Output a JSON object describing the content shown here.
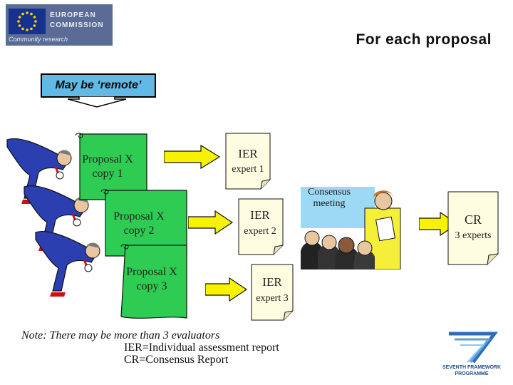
{
  "header": {
    "logo_line1": "EUROPEAN",
    "logo_line2": "COMMISSION",
    "logo_sub": "Community research",
    "title": "For each proposal"
  },
  "remote_label": "May be ‘remote’",
  "proposals": [
    {
      "line1": "Proposal X",
      "line2": "copy 1"
    },
    {
      "line1": "Proposal X",
      "line2": "copy 2"
    },
    {
      "line1": "Proposal X",
      "line2": "copy 3"
    }
  ],
  "iers": [
    {
      "line1": "IER",
      "line2": "expert 1"
    },
    {
      "line1": "IER",
      "line2": "expert 2"
    },
    {
      "line1": "IER",
      "line2": "expert 3"
    }
  ],
  "consensus": {
    "line1": "Consensus",
    "line2": "meeting"
  },
  "cr": {
    "line1": "CR",
    "line2": "3 experts"
  },
  "note": {
    "line1": "Note: There may be more than 3 evaluators",
    "line2": "IER=Individual assessment report",
    "line3": "CR=Consensus Report"
  },
  "fp7_logo": {
    "line1": "SEVENTH FRAMEWORK",
    "line2": "PROGRAMME"
  },
  "colors": {
    "scroll_fill": "#2ecc52",
    "doc_fill": "#fffde1",
    "arrow_fill": "#f7f300",
    "remote_box": "#62b9e6",
    "consensus_bg": "#9cd9f4",
    "logo_blue": "#17318e"
  }
}
